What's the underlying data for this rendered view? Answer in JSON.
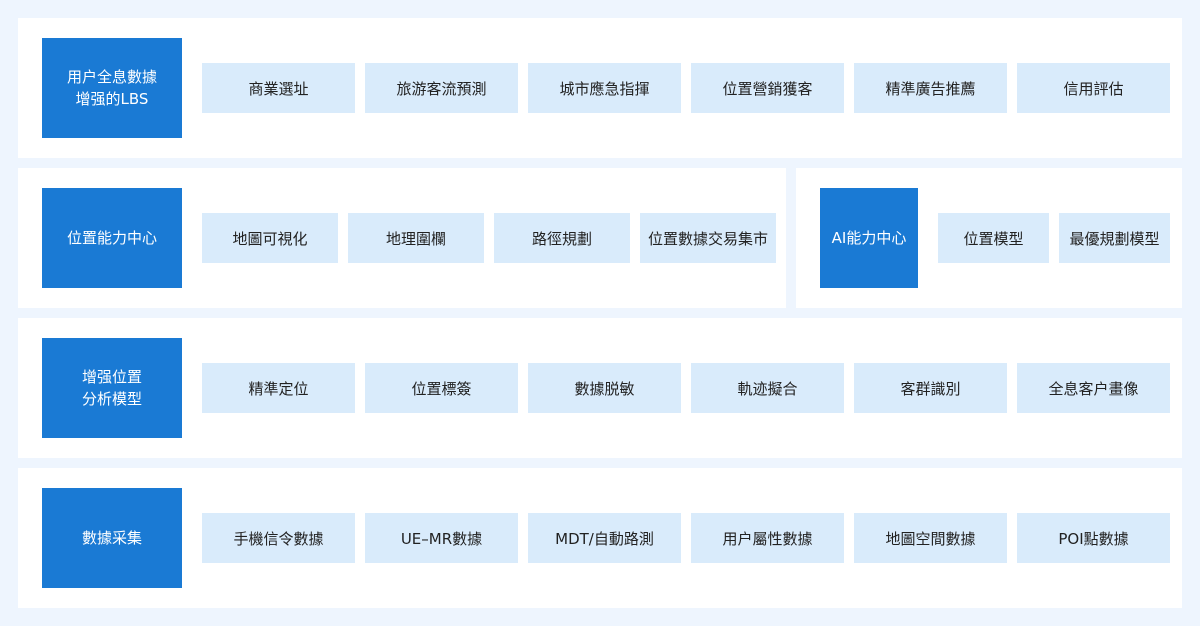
{
  "colors": {
    "background": "#eef5fe",
    "panel": "#ffffff",
    "header": "#1a7ad4",
    "chip": "#d9ebfb",
    "chip_text": "#222222"
  },
  "row1": {
    "header": "用户全息數據\n增强的LBS",
    "items": [
      "商業選址",
      "旅游客流預測",
      "城市應急指揮",
      "位置營銷獲客",
      "精準廣告推薦",
      "信用評估"
    ]
  },
  "row2": {
    "left": {
      "header": "位置能力中心",
      "items": [
        "地圖可視化",
        "地理圍欄",
        "路徑規劃",
        "位置數據交易集市"
      ]
    },
    "right": {
      "header": "AI能力中心",
      "items": [
        "位置模型",
        "最優規劃模型"
      ]
    }
  },
  "row3": {
    "header": "增强位置\n分析模型",
    "items": [
      "精準定位",
      "位置標簽",
      "數據脱敏",
      "軌迹擬合",
      "客群識別",
      "全息客户畫像"
    ]
  },
  "row4": {
    "header": "數據采集",
    "items": [
      "手機信令數據",
      "UE–MR數據",
      "MDT/自動路測",
      "用户屬性數據",
      "地圖空間數據",
      "POI點數據"
    ]
  }
}
